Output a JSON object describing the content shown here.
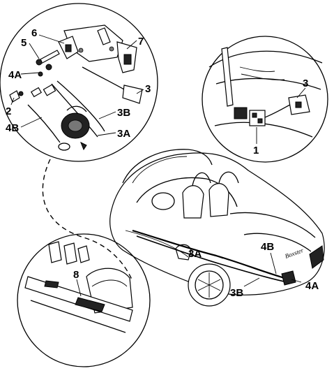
{
  "labels": {
    "l6": "6",
    "l5": "5",
    "l7": "7",
    "l4a_left": "4A",
    "l3_left": "3",
    "l2": "2",
    "l4b_left": "4B",
    "l3b_left": "3B",
    "l3a_left": "3A",
    "l3_right": "3",
    "l1": "1",
    "l3a_car": "3A",
    "l4b_car": "4B",
    "l3b_car": "3B",
    "l4a_car": "4A",
    "l8": "8",
    "car_badge": "Boxster"
  }
}
